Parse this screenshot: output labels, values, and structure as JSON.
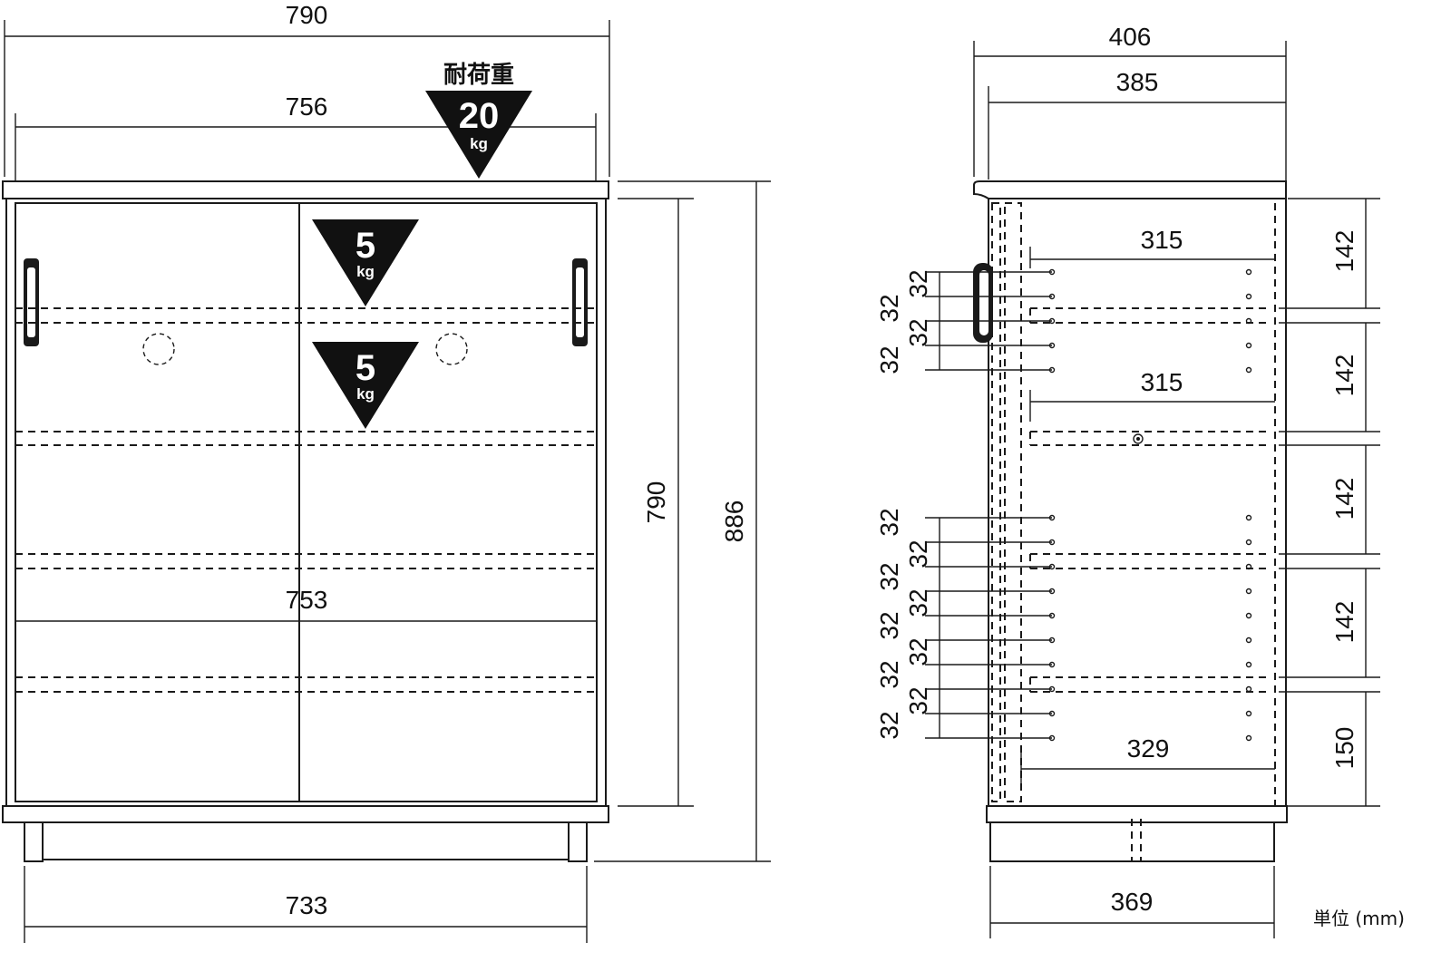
{
  "front_view": {
    "width_outer": "790",
    "width_top_inner": "756",
    "width_shelf": "753",
    "width_base": "733",
    "height_body": "790",
    "height_total": "886"
  },
  "load_labels": {
    "caption": "耐荷重",
    "top": {
      "value": "20",
      "unit": "kg"
    },
    "shelf_upper": {
      "value": "5",
      "unit": "kg"
    },
    "shelf_lower": {
      "value": "5",
      "unit": "kg"
    }
  },
  "side_view": {
    "depth_outer": "406",
    "depth_inner": "385",
    "shelf_depth_1": "315",
    "shelf_depth_2": "315",
    "bottom_depth": "329",
    "base_depth": "369",
    "pitch_upper": [
      "32",
      "32",
      "32",
      "32"
    ],
    "pitch_lower": [
      "32",
      "32",
      "32",
      "32",
      "32",
      "32",
      "32",
      "32",
      "32"
    ],
    "section_heights": [
      "142",
      "142",
      "142",
      "142",
      "150"
    ]
  },
  "unit_note": "単位 (mm)"
}
